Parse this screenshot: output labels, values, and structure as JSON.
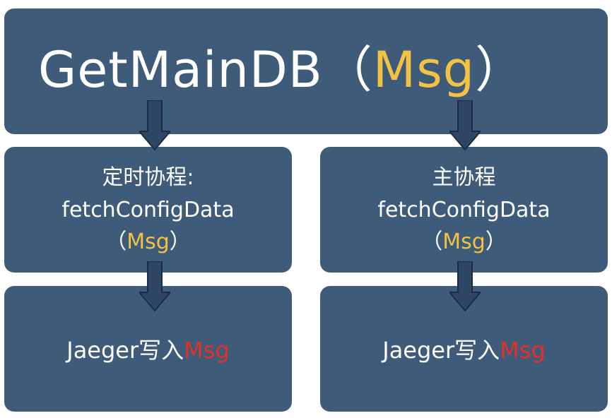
{
  "top": {
    "func": "GetMainDB",
    "open_paren": "（",
    "arg": "Msg",
    "close_paren": "）"
  },
  "left_mid": {
    "line1": "定时协程:",
    "line2": "fetchConfigData",
    "open_paren": "（",
    "arg": "Msg",
    "close_paren": "）"
  },
  "right_mid": {
    "line1": "主协程",
    "line2": "fetchConfigData",
    "open_paren": "（",
    "arg": "Msg",
    "close_paren": "）"
  },
  "left_bot": {
    "prefix": "Jaeger写入",
    "arg": "Msg"
  },
  "right_bot": {
    "prefix": "Jaeger写入",
    "arg": "Msg"
  },
  "colors": {
    "box": "#3e5b7a",
    "arrow_fill": "#2d4663",
    "arrow_stroke": "#1b2c40",
    "highlight_yellow": "#f2c242",
    "highlight_red": "#e2302a"
  }
}
